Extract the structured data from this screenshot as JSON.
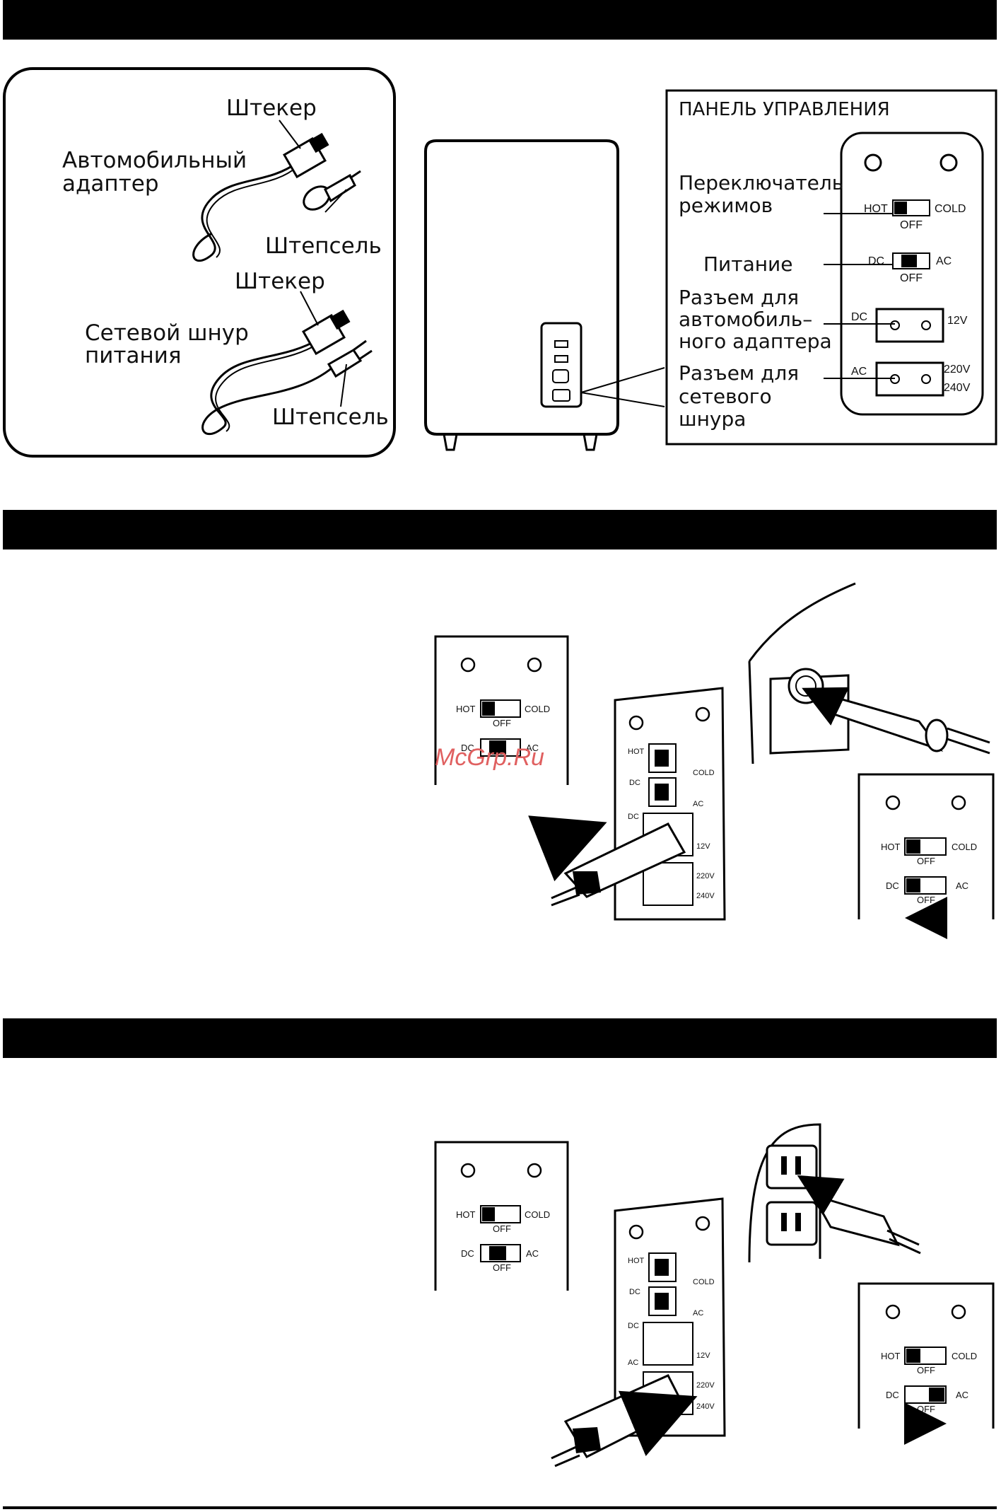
{
  "section1": {
    "accessories": {
      "plug_label_1": "Штекер",
      "car_adapter_line1": "Автомобильный",
      "car_adapter_line2": "адаптер",
      "socket_plug_1": "Штепсель",
      "plug_label_2": "Штекер",
      "mains_cord_line1": "Сетевой шнур",
      "mains_cord_line2": "питания",
      "socket_plug_2": "Штепсель"
    },
    "control_panel": {
      "title": "ПАНЕЛЬ УПРАВЛЕНИЯ",
      "mode_switch_line1": "Переключатель",
      "mode_switch_line2": "режимов",
      "power": "Питание",
      "car_jack_line1": "Разъем для",
      "car_jack_line2": "автомобиль–",
      "car_jack_line3": "ного адаптера",
      "mains_jack_line1": "Разъем для",
      "mains_jack_line2": "сетевого",
      "mains_jack_line3": "шнура",
      "hot": "HOT",
      "cold": "COLD",
      "off": "OFF",
      "dc": "DC",
      "ac": "AC",
      "v12": "12V",
      "v220": "220V",
      "v240": "240V"
    }
  },
  "switch_labels": {
    "hot": "HOT",
    "cold": "COLD",
    "off": "OFF",
    "dc": "DC",
    "ac": "AC",
    "v12": "12V",
    "v220": "220V",
    "v240": "240V"
  },
  "watermark": "McGrp.Ru"
}
